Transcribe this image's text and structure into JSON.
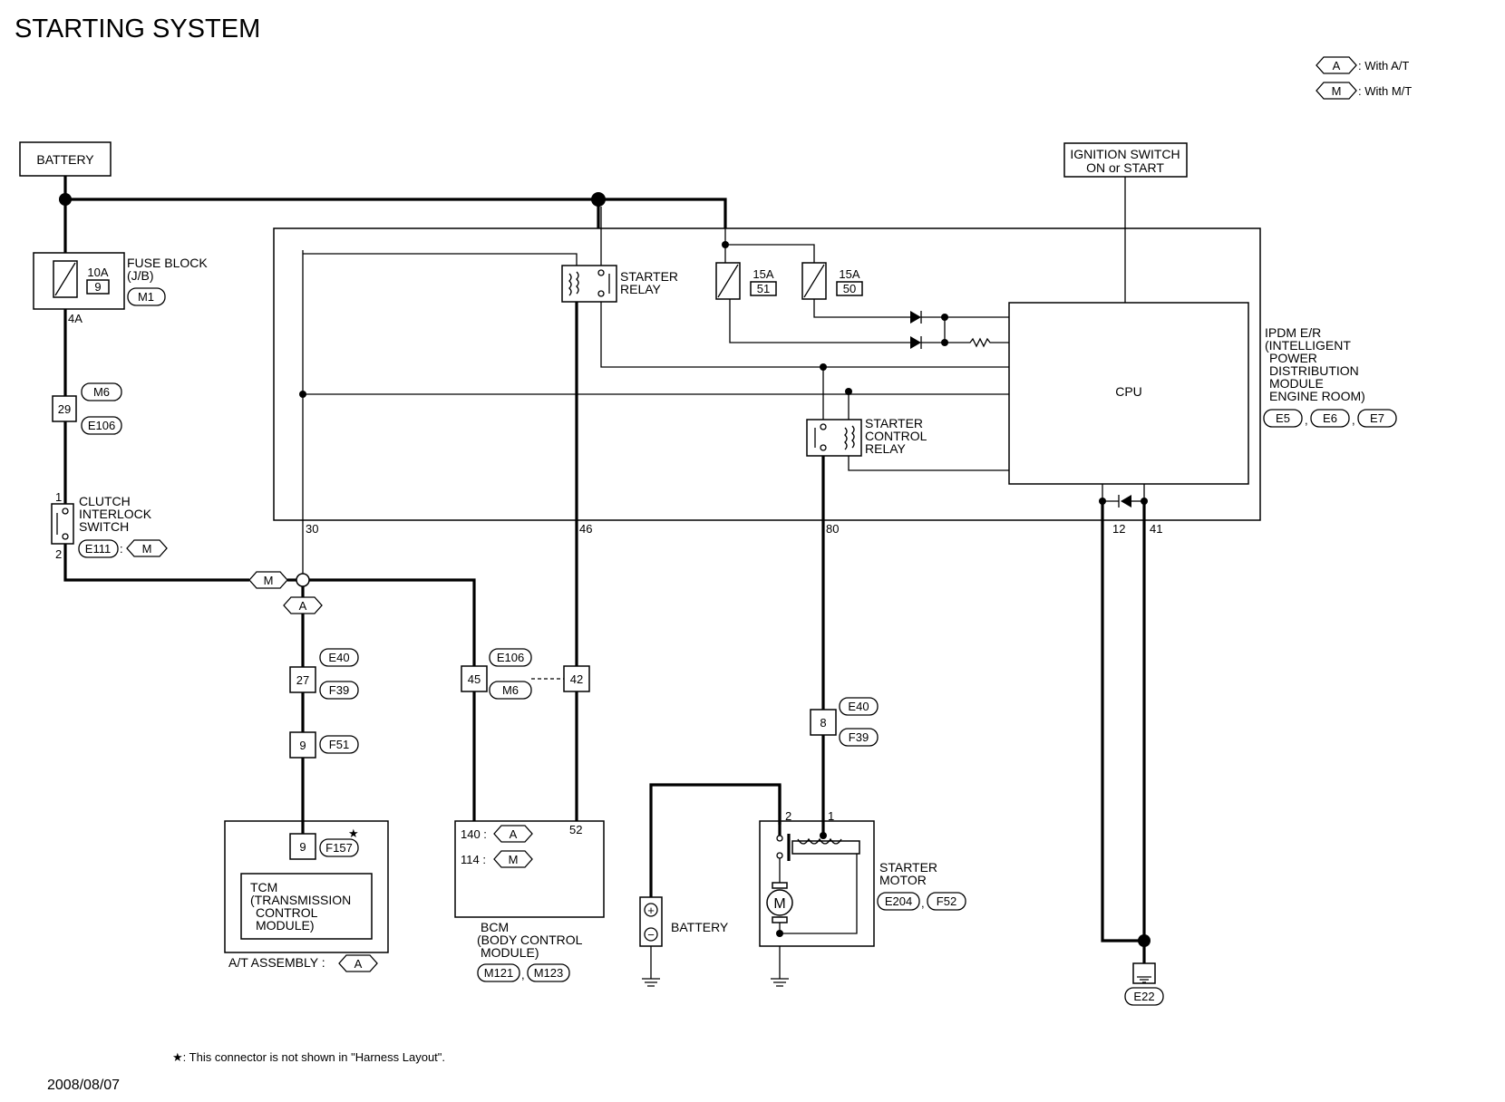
{
  "title": "STARTING SYSTEM",
  "date": "2008/08/07",
  "footnote": "★: This connector is not shown in \"Harness Layout\".",
  "legend": {
    "at_code": "A",
    "at_text": ": With A/T",
    "mt_code": "M",
    "mt_text": ": With M/T"
  },
  "battery_top": "BATTERY",
  "ignition": {
    "line1": "IGNITION SWITCH",
    "line2": "ON or START"
  },
  "fuse_block": {
    "line1": "FUSE BLOCK",
    "line2": "(J/B)",
    "amp": "10A",
    "num": "9",
    "conn": "M1",
    "terminal": "4A"
  },
  "conn_29": {
    "num": "29",
    "top": "M6",
    "bottom": "E106"
  },
  "clutch": {
    "line1": "CLUTCH",
    "line2": "INTERLOCK",
    "line3": "SWITCH",
    "pin1": "1",
    "pin2": "2",
    "conn": "E111",
    "variant": "M"
  },
  "starter_relay": {
    "line1": "STARTER",
    "line2": "RELAY"
  },
  "fuse_51": {
    "amp": "15A",
    "num": "51"
  },
  "fuse_50": {
    "amp": "15A",
    "num": "50"
  },
  "ipdm": {
    "cpu": "CPU",
    "line1": "IPDM E/R",
    "line2": "(INTELLIGENT",
    "line3": "POWER",
    "line4": "DISTRIBUTION",
    "line5": "MODULE",
    "line6": "ENGINE ROOM)",
    "conns": [
      "E5",
      "E6",
      "E7"
    ],
    "t30": "30",
    "t46": "46",
    "t80": "80",
    "t12": "12",
    "t41": "41"
  },
  "starter_control_relay": {
    "line1": "STARTER",
    "line2": "CONTROL",
    "line3": "RELAY"
  },
  "junction": {
    "mt": "M",
    "at": "A"
  },
  "conn_27": {
    "num": "27",
    "top": "E40",
    "bottom": "F39"
  },
  "conn_9a": {
    "num": "9",
    "conn": "F51"
  },
  "conn_45": {
    "num": "45",
    "top": "E106",
    "bottom": "M6"
  },
  "conn_42": {
    "num": "42"
  },
  "conn_8": {
    "num": "8",
    "top": "E40",
    "bottom": "F39"
  },
  "tcm": {
    "pin": "9",
    "conn": "F157",
    "star": "★",
    "line1": "TCM",
    "line2": "(TRANSMISSION",
    "line3": "CONTROL",
    "line4": "MODULE)",
    "assembly": "A/T ASSEMBLY :",
    "assembly_variant": "A"
  },
  "bcm": {
    "p140": "140 :",
    "p140_variant": "A",
    "p114": "114 :",
    "p114_variant": "M",
    "p52": "52",
    "line1": "BCM",
    "line2": "(BODY CONTROL",
    "line3": "MODULE)",
    "conns": [
      "M121",
      "M123"
    ]
  },
  "battery_bottom": "BATTERY",
  "battery_plus": "+",
  "battery_minus": "−",
  "starter_motor": {
    "line1": "STARTER",
    "line2": "MOTOR",
    "pin2": "2",
    "pin1": "1",
    "motor": "M",
    "conns": [
      "E204",
      "F52"
    ]
  },
  "ground": {
    "conn": "E22"
  },
  "comma": ","
}
